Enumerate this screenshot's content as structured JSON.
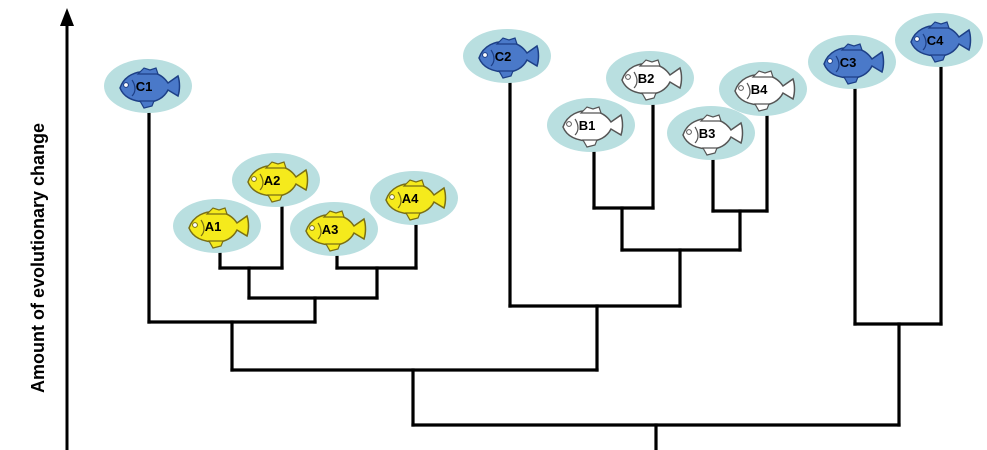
{
  "axis": {
    "label": "Amount of evolutionary change"
  },
  "colors": {
    "halo": "#b9dfe0",
    "blue_fish": "#4a79c9",
    "yellow_fish": "#f5ea1c",
    "white_fish": "#ffffff",
    "branch": "#000000"
  },
  "taxa": [
    {
      "label": "C1",
      "group": "C",
      "color": "blue"
    },
    {
      "label": "A1",
      "group": "A",
      "color": "yellow"
    },
    {
      "label": "A2",
      "group": "A",
      "color": "yellow"
    },
    {
      "label": "A3",
      "group": "A",
      "color": "yellow"
    },
    {
      "label": "A4",
      "group": "A",
      "color": "yellow"
    },
    {
      "label": "C2",
      "group": "C",
      "color": "blue"
    },
    {
      "label": "B1",
      "group": "B",
      "color": "white"
    },
    {
      "label": "B2",
      "group": "B",
      "color": "white"
    },
    {
      "label": "B3",
      "group": "B",
      "color": "white"
    },
    {
      "label": "B4",
      "group": "B",
      "color": "white"
    },
    {
      "label": "C3",
      "group": "C",
      "color": "blue"
    },
    {
      "label": "C4",
      "group": "C",
      "color": "blue"
    }
  ]
}
